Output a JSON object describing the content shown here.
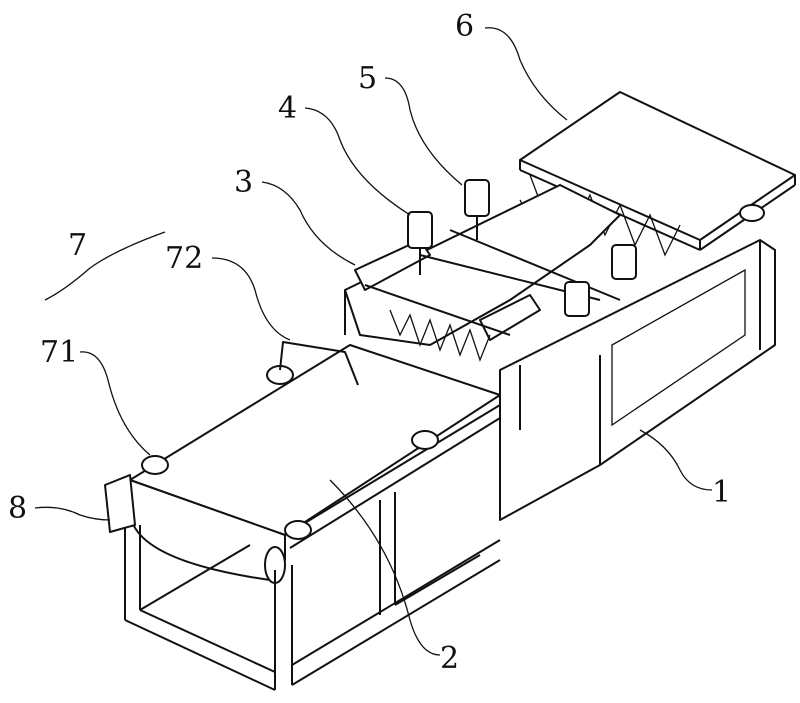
{
  "figure": {
    "labels": [
      {
        "id": "1",
        "text": "1"
      },
      {
        "id": "2",
        "text": "2"
      },
      {
        "id": "3",
        "text": "3"
      },
      {
        "id": "4",
        "text": "4"
      },
      {
        "id": "5",
        "text": "5"
      },
      {
        "id": "6",
        "text": "6"
      },
      {
        "id": "7",
        "text": "7"
      },
      {
        "id": "71",
        "text": "71"
      },
      {
        "id": "72",
        "text": "72"
      },
      {
        "id": "8",
        "text": "8"
      }
    ]
  }
}
